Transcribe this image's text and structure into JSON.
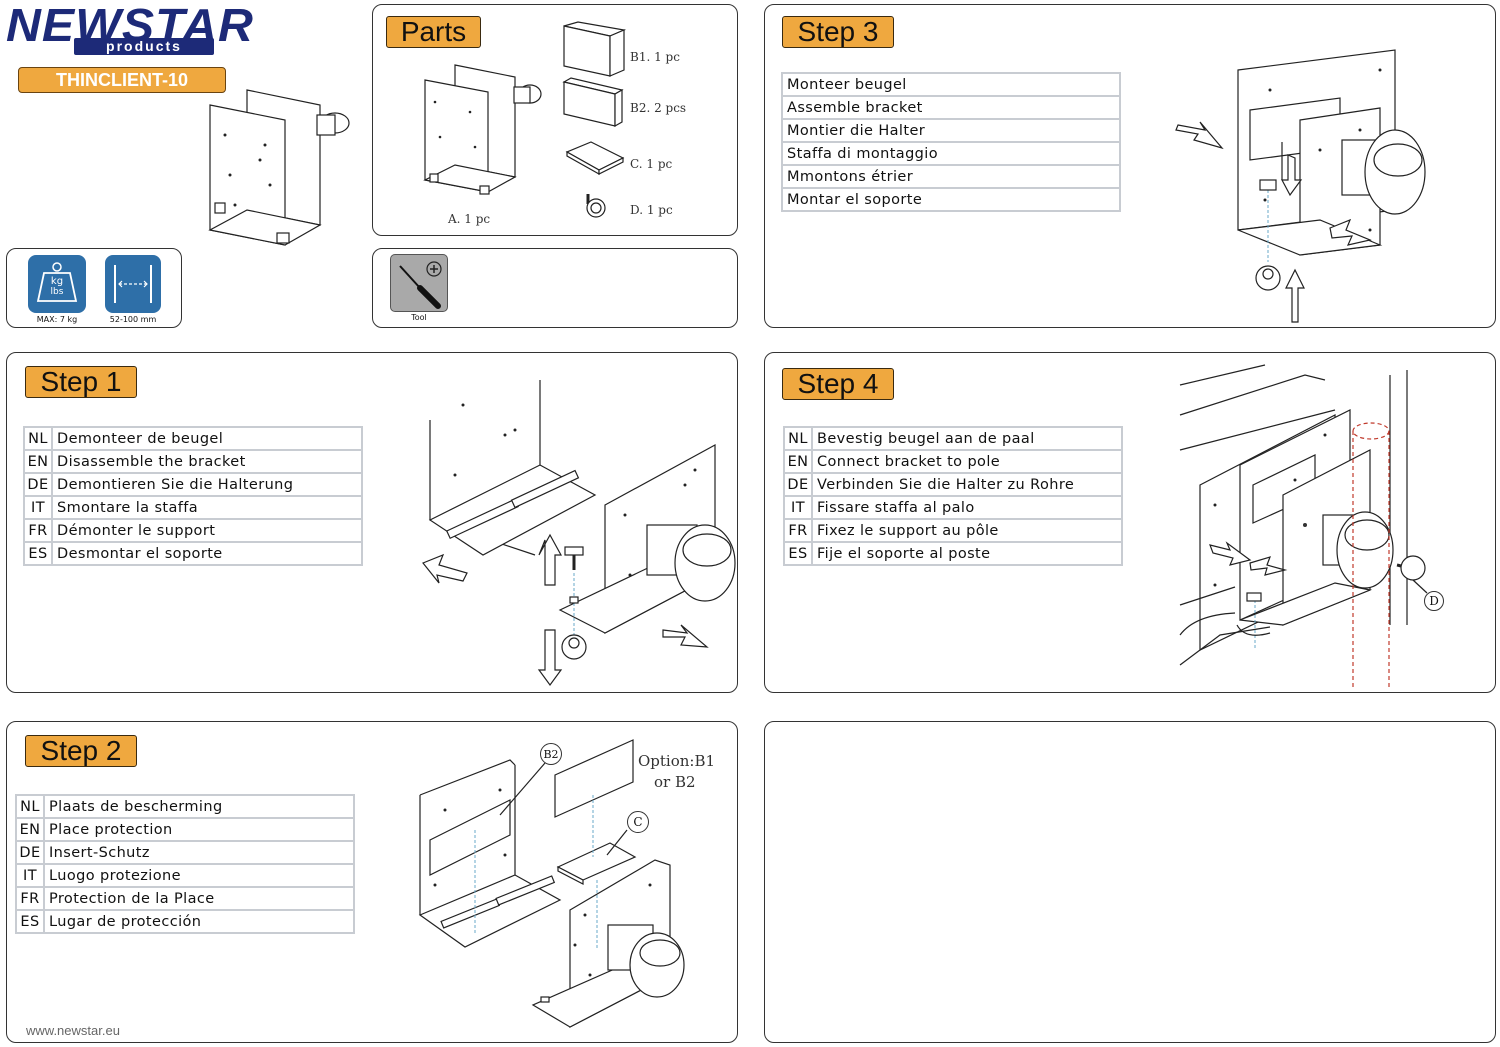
{
  "brand": {
    "logo_text": "NEWSTAR",
    "logo_sub": "products",
    "model": "THINCLIENT-10",
    "website": "www.newstar.eu"
  },
  "specs": {
    "weight_icon_top": "kg",
    "weight_icon_bottom": "lbs",
    "weight_label": "MAX: 7 kg",
    "width_label": "52-100 mm"
  },
  "parts": {
    "title": "Parts",
    "items": [
      {
        "label": "A. 1  pc"
      },
      {
        "label": "B1. 1  pc"
      },
      {
        "label": "B2. 2  pcs"
      },
      {
        "label": "C. 1  pc"
      },
      {
        "label": "D. 1  pc"
      }
    ]
  },
  "tool": {
    "label": "Tool"
  },
  "step1": {
    "title": "Step 1",
    "rows": [
      {
        "code": "NL",
        "text": "Demonteer de beugel"
      },
      {
        "code": "EN",
        "text": "Disassemble the bracket"
      },
      {
        "code": "DE",
        "text": "Demontieren Sie die Halterung"
      },
      {
        "code": "IT",
        "text": "Smontare la staffa"
      },
      {
        "code": "FR",
        "text": "Démonter le support"
      },
      {
        "code": "ES",
        "text": "Desmontar el soporte"
      }
    ]
  },
  "step2": {
    "title": "Step 2",
    "rows": [
      {
        "code": "NL",
        "text": "Plaats de bescherming"
      },
      {
        "code": "EN",
        "text": "Place protection"
      },
      {
        "code": "DE",
        "text": "Insert-Schutz"
      },
      {
        "code": "IT",
        "text": "Luogo protezione"
      },
      {
        "code": "FR",
        "text": "Protection de la Place"
      },
      {
        "code": "ES",
        "text": "Lugar de protección"
      }
    ],
    "callout_b2": "B2",
    "callout_c": "C",
    "option_line1": "Option:B1",
    "option_line2": "or B2"
  },
  "step3": {
    "title": "Step 3",
    "rows": [
      {
        "text": "Monteer beugel"
      },
      {
        "text": "Assemble bracket"
      },
      {
        "text": "Montier die Halter"
      },
      {
        "text": "Staffa di montaggio"
      },
      {
        "text": "Mmontons étrier"
      },
      {
        "text": "Montar el soporte"
      }
    ]
  },
  "step4": {
    "title": "Step 4",
    "rows": [
      {
        "code": "NL",
        "text": "Bevestig beugel aan de paal"
      },
      {
        "code": "EN",
        "text": "Connect bracket to pole"
      },
      {
        "code": "DE",
        "text": "Verbinden Sie die Halter zu Rohre"
      },
      {
        "code": "IT",
        "text": "Fissare staffa al palo"
      },
      {
        "code": "FR",
        "text": "Fixez le support au pôle"
      },
      {
        "code": "ES",
        "text": "Fije el soporte al poste"
      }
    ],
    "callout_d": "D"
  },
  "colors": {
    "badge": "#efa83f",
    "icon_blue": "#2e6fa8",
    "table_border": "#c8ccd2"
  }
}
